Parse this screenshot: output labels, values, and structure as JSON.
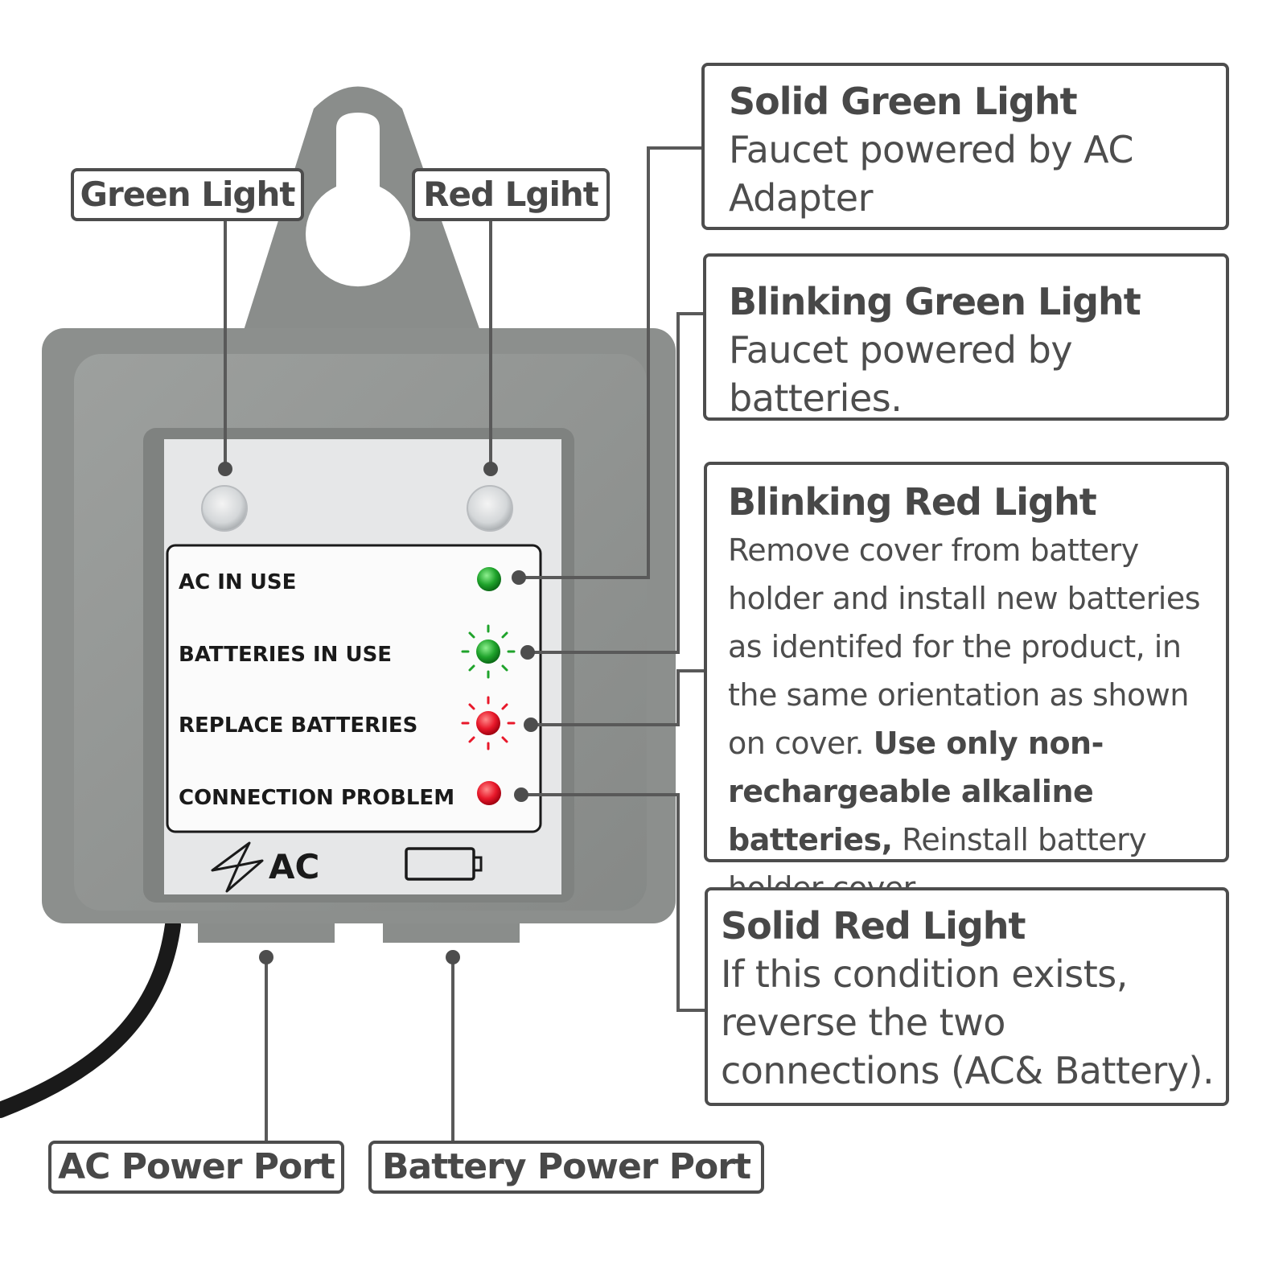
{
  "device": {
    "panel_labels": [
      "AC IN USE",
      "BATTERIES IN USE",
      "REPLACE BATTERIES",
      "CONNECTION PROBLEM"
    ],
    "ac_symbol_text": "AC",
    "led_colors": {
      "green": "#1fa32b",
      "red": "#e8182a"
    },
    "housing_color": "#8f9290"
  },
  "callouts": {
    "green_light": "Green Light",
    "red_light": "Red Lgiht",
    "ac_power_port": "AC Power Port",
    "battery_power_port": "Battery Power Port"
  },
  "info": {
    "solid_green": {
      "title": "Solid Green Light",
      "desc": "Faucet powered by AC Adapter"
    },
    "blinking_green": {
      "title": "Blinking Green Light",
      "desc": "Faucet powered by batteries."
    },
    "blinking_red": {
      "title": "Blinking Red Light",
      "desc_part1": "Remove cover from battery holder and install new batteries as identifed for the product, in the same orientation as shown on cover.",
      "desc_bold": "Use only non-rechargeable alkaline batteries,",
      "desc_part2": "Reinstall battery holder cover."
    },
    "solid_red": {
      "title": "Solid Red Light",
      "desc": "If this condition exists, reverse the two connections (AC& Battery)."
    }
  }
}
